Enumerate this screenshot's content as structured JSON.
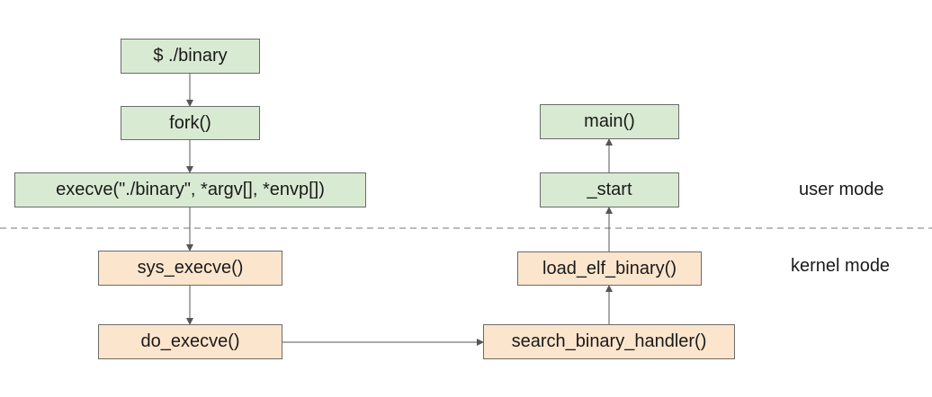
{
  "colors": {
    "user_fill": "#d9ead3",
    "kernel_fill": "#fce5cd",
    "border": "#6b6b6b",
    "arrow": "#555555",
    "divider": "#777777"
  },
  "nodes": {
    "shell_command": "$ ./binary",
    "fork": "fork()",
    "execve": "execve(\"./binary\", *argv[], *envp[])",
    "sys_execve": "sys_execve()",
    "do_execve": "do_execve()",
    "search_binary_handler": "search_binary_handler()",
    "load_elf_binary": "load_elf_binary()",
    "start": "_start",
    "main": "main()"
  },
  "labels": {
    "user_mode": "user mode",
    "kernel_mode": "kernel mode"
  }
}
